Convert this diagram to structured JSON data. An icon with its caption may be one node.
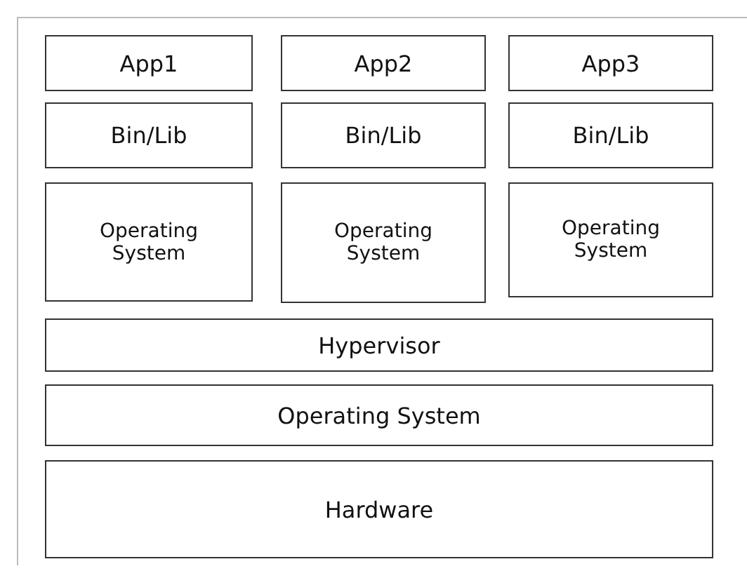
{
  "diagram": {
    "nodes": [
      {
        "text": [
          "App1"
        ]
      },
      {
        "text": [
          "App2"
        ]
      },
      {
        "text": [
          "App3"
        ]
      },
      {
        "text": [
          "Bin/Lib"
        ]
      },
      {
        "text": [
          "Bin/Lib"
        ]
      },
      {
        "text": [
          "Bin/Lib"
        ]
      },
      {
        "text": [
          "Operating System"
        ]
      },
      {
        "text": [
          "Operating System"
        ]
      },
      {
        "text": [
          "Operating System"
        ]
      },
      {
        "text": [
          "Hypervisor"
        ]
      },
      {
        "text": [
          "Operating System"
        ]
      },
      {
        "text": [
          "Hardware"
        ]
      }
    ]
  }
}
